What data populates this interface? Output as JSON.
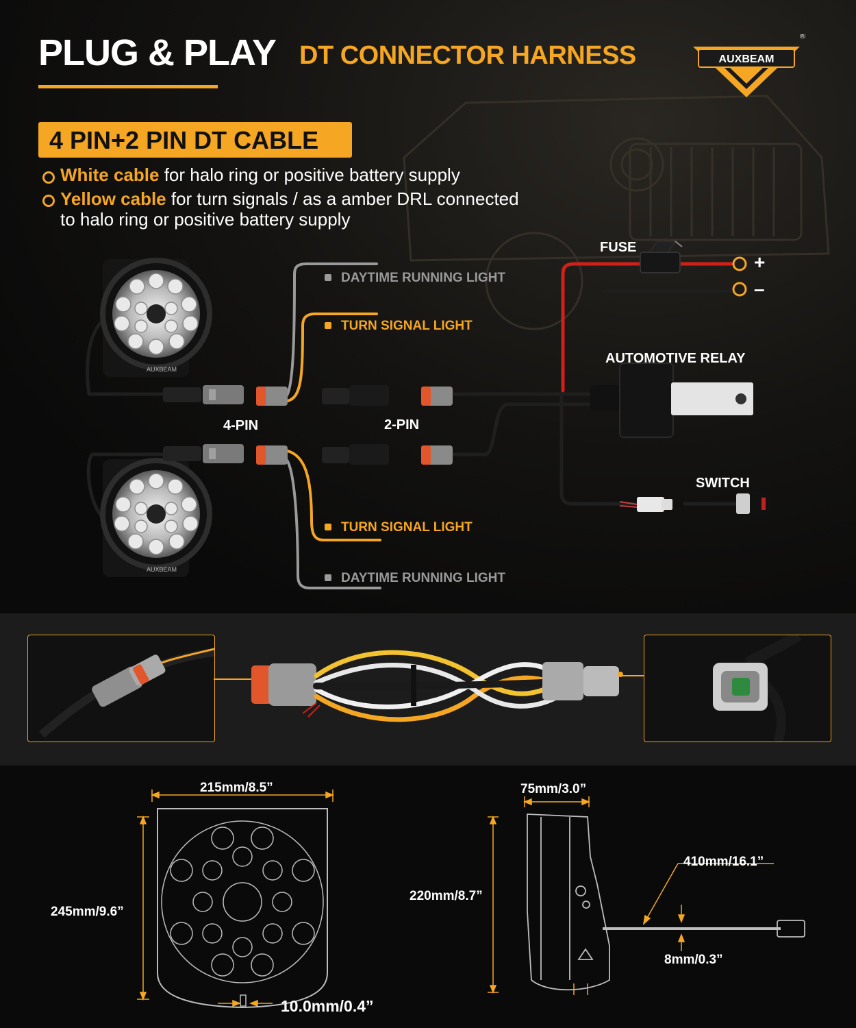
{
  "header": {
    "title_main": "PLUG & PLAY",
    "title_sub": "DT CONNECTOR HARNESS",
    "brand": "AUXBEAM",
    "registered": "®"
  },
  "cable_section": {
    "badge": "4 PIN+2 PIN DT CABLE",
    "bullets": [
      {
        "highlight": "White cable",
        "text": " for halo ring or positive battery supply",
        "continuation": ""
      },
      {
        "highlight": "Yellow cable",
        "text": " for turn signals / as a amber DRL connected",
        "continuation": "to halo ring or positive battery supply"
      }
    ]
  },
  "wiring_labels": {
    "fuse": "FUSE",
    "plus": "+",
    "minus": "–",
    "relay": "AUTOMOTIVE RELAY",
    "switch": "SWITCH",
    "four_pin": "4-PIN",
    "two_pin": "2-PIN",
    "drl_top": "DAYTIME RUNNING LIGHT",
    "turn_top": "TURN SIGNAL LIGHT",
    "turn_bottom": "TURN SIGNAL LIGHT",
    "drl_bottom": "DAYTIME RUNNING LIGHT",
    "lamp_logo": "AUXBEAM"
  },
  "dimensions": {
    "front_width": "215mm/8.5”",
    "front_height": "245mm/9.6”",
    "bracket": "10.0mm/0.4”",
    "side_depth": "75mm/3.0”",
    "side_height": "220mm/8.7”",
    "cable_length": "410mm/16.1”",
    "cable_diameter": "8mm/0.3”"
  },
  "colors": {
    "accent": "#f5a623",
    "white_wire": "#9a9a9a",
    "red_wire": "#d0201a",
    "background": "#0b0b0b"
  }
}
